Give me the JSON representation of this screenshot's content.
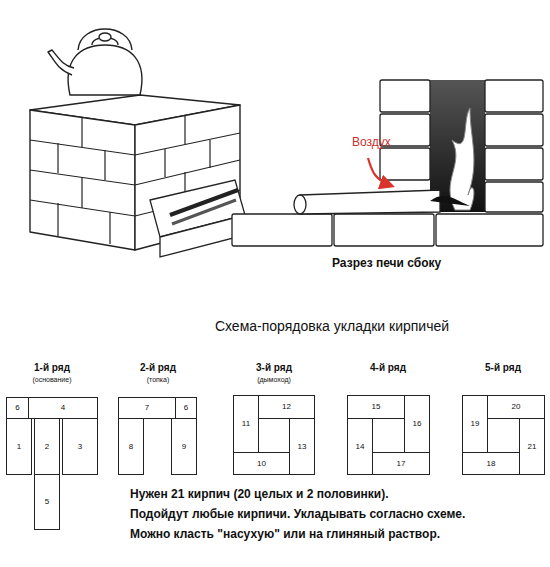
{
  "diagram": {
    "title": "Схема-порядовка укладки кирпичей",
    "nodes": [
      {
        "text": [
          "6"
        ]
      },
      {
        "text": [
          "4"
        ]
      },
      {
        "text": [
          "1"
        ]
      },
      {
        "text": [
          "2"
        ]
      },
      {
        "text": [
          "3"
        ]
      },
      {
        "text": [
          "5"
        ]
      },
      {
        "text": [
          "7"
        ]
      },
      {
        "text": [
          "6"
        ]
      },
      {
        "text": [
          "8"
        ]
      },
      {
        "text": [
          "9"
        ]
      },
      {
        "text": [
          "11"
        ]
      },
      {
        "text": [
          "12"
        ]
      },
      {
        "text": [
          "13"
        ]
      },
      {
        "text": [
          "10"
        ]
      },
      {
        "text": [
          "15"
        ]
      },
      {
        "text": [
          "16"
        ]
      },
      {
        "text": [
          "14"
        ]
      },
      {
        "text": [
          "17"
        ]
      },
      {
        "text": [
          "19"
        ]
      },
      {
        "text": [
          "20"
        ]
      },
      {
        "text": [
          "21"
        ]
      },
      {
        "text": [
          "18"
        ]
      }
    ],
    "labels": [
      "Воздух",
      "Разрез печи сбоку",
      "1-й ряд",
      "(основание)",
      "2-й ряд",
      "(топка)",
      "3-й ряд",
      "(дымоход)",
      "4-й ряд",
      "5-й ряд",
      "Нужен 21 кирпич (20 целых и 2 половинки).",
      "Подойдут любые кирпичи. Укладывать согласно схеме.",
      "Можно класть \"насухую\" или на глиняный раствор."
    ]
  }
}
